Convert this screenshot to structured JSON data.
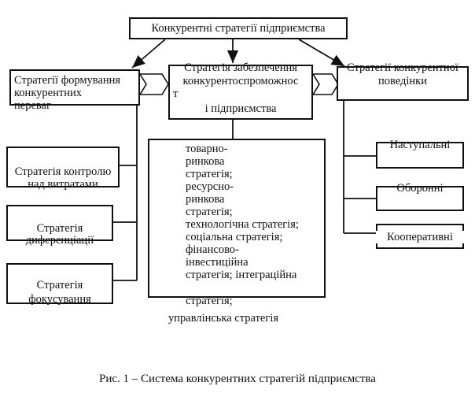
{
  "diagram": {
    "top_title": "Конкурентні стратегії підприємства",
    "left_branch": {
      "title_lines": [
        "Стратегії формування",
        "конкурентних",
        "переваг"
      ],
      "items": [
        {
          "lines": [
            "Стратегія контролю",
            "над витратами"
          ]
        },
        {
          "lines": [
            "Стратегія",
            "диференціації"
          ]
        },
        {
          "lines": [
            "Стратегія",
            "фокусування"
          ]
        }
      ]
    },
    "center_branch": {
      "title_lines": [
        "Стратегія забезпечення",
        "конкурентоспроможнос",
        "т",
        "і підприємства"
      ],
      "items_lines": [
        "товарно-",
        "ринкова",
        "стратегія;",
        "ресурсно-",
        "ринкова",
        "стратегія;",
        "технологічна стратегія;",
        "соціальна стратегія;",
        "фінансово-",
        "інвестиційна",
        "стратегія; інтеграційна",
        "стратегія;",
        "управлінська стратегія"
      ]
    },
    "right_branch": {
      "title_lines": [
        "Стратегії конкурентної",
        "поведінки"
      ],
      "items": [
        {
          "label": "Наступальні"
        },
        {
          "label": "Оборонні"
        },
        {
          "label": "Кооперативні"
        }
      ]
    }
  },
  "caption": "Рис. 1 –  Система конкурентних стратегій підприємства"
}
